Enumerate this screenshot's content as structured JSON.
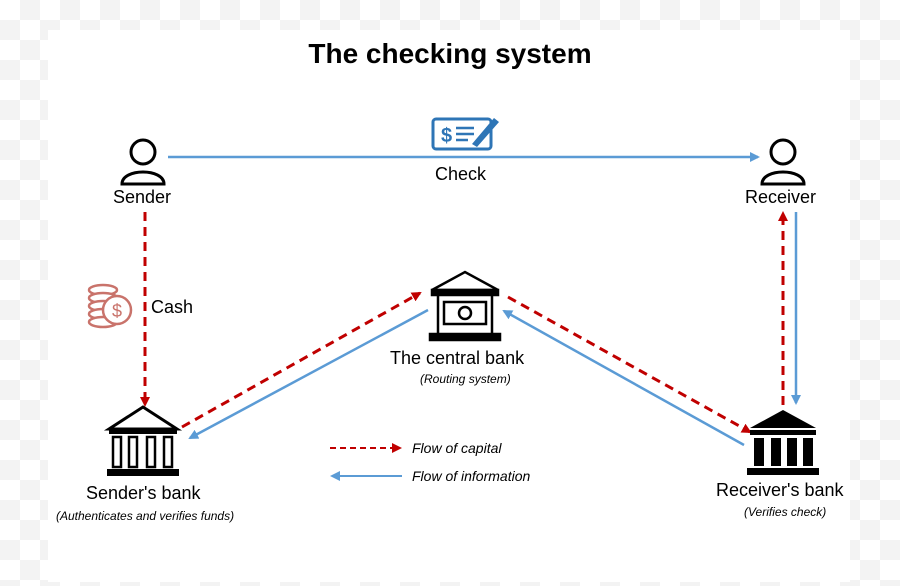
{
  "title": "The checking system",
  "nodes": {
    "sender": "Sender",
    "receiver": "Receiver",
    "central_bank": "The central bank",
    "central_bank_sub": "(Routing system)",
    "senders_bank": "Sender's bank",
    "senders_bank_sub": "(Authenticates and verifies funds)",
    "receivers_bank": "Receiver's bank",
    "receivers_bank_sub": "(Verifies check)"
  },
  "edges": {
    "check": "Check",
    "cash": "Cash"
  },
  "legend": {
    "capital": "Flow of capital",
    "information": "Flow of information"
  },
  "colors": {
    "capital": "#c00000",
    "information": "#5b9bd5",
    "check_icon": "#2e75b6",
    "cash_icon": "#c9736b"
  }
}
